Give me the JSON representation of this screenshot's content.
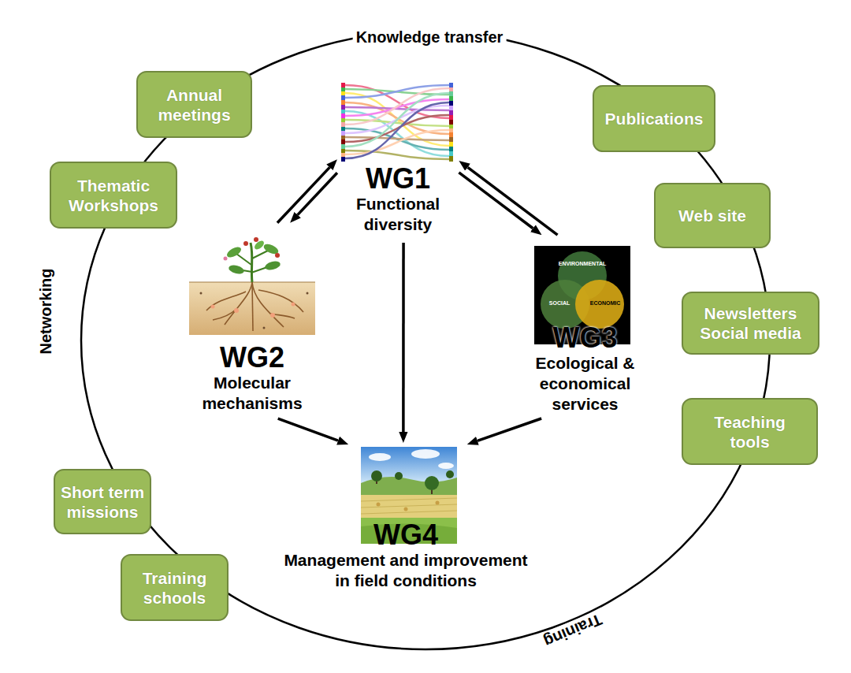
{
  "diagram": {
    "nodes": [
      {
        "text": [
          "Annual meetings"
        ]
      },
      {
        "text": [
          "WG1",
          "Functional diversity"
        ]
      },
      {
        "text": [
          "Publications"
        ]
      },
      {
        "text": [
          "Thematic Workshops"
        ]
      },
      {
        "text": [
          "Web site"
        ]
      },
      {
        "text": [
          "WG2",
          "Molecular mechanisms"
        ]
      },
      {
        "text": [
          "WG3",
          "Ecological & economical services"
        ]
      },
      {
        "text": [
          "Newsletters Social media"
        ]
      },
      {
        "text": [
          "Teaching tools"
        ]
      },
      {
        "text": [
          "WG4",
          "Management and improvement in field conditions"
        ]
      },
      {
        "text": [
          "Short term missions"
        ]
      },
      {
        "text": [
          "Training schools"
        ]
      }
    ],
    "edges": [
      {
        "from": 5,
        "to": 1,
        "arrow": "to"
      },
      {
        "from": 1,
        "to": 5,
        "arrow": "to"
      },
      {
        "from": 1,
        "to": 6,
        "arrow": "to"
      },
      {
        "from": 6,
        "to": 1,
        "arrow": "to"
      },
      {
        "from": 1,
        "to": 9,
        "arrow": "to"
      },
      {
        "from": 5,
        "to": 9,
        "arrow": "to"
      },
      {
        "from": 6,
        "to": 9,
        "arrow": "to"
      }
    ],
    "labels": [
      "Knowledge transfer",
      "Networking",
      "Training",
      "ENVIRONMENTAL",
      "SOCIAL",
      "ECONOMIC"
    ]
  }
}
